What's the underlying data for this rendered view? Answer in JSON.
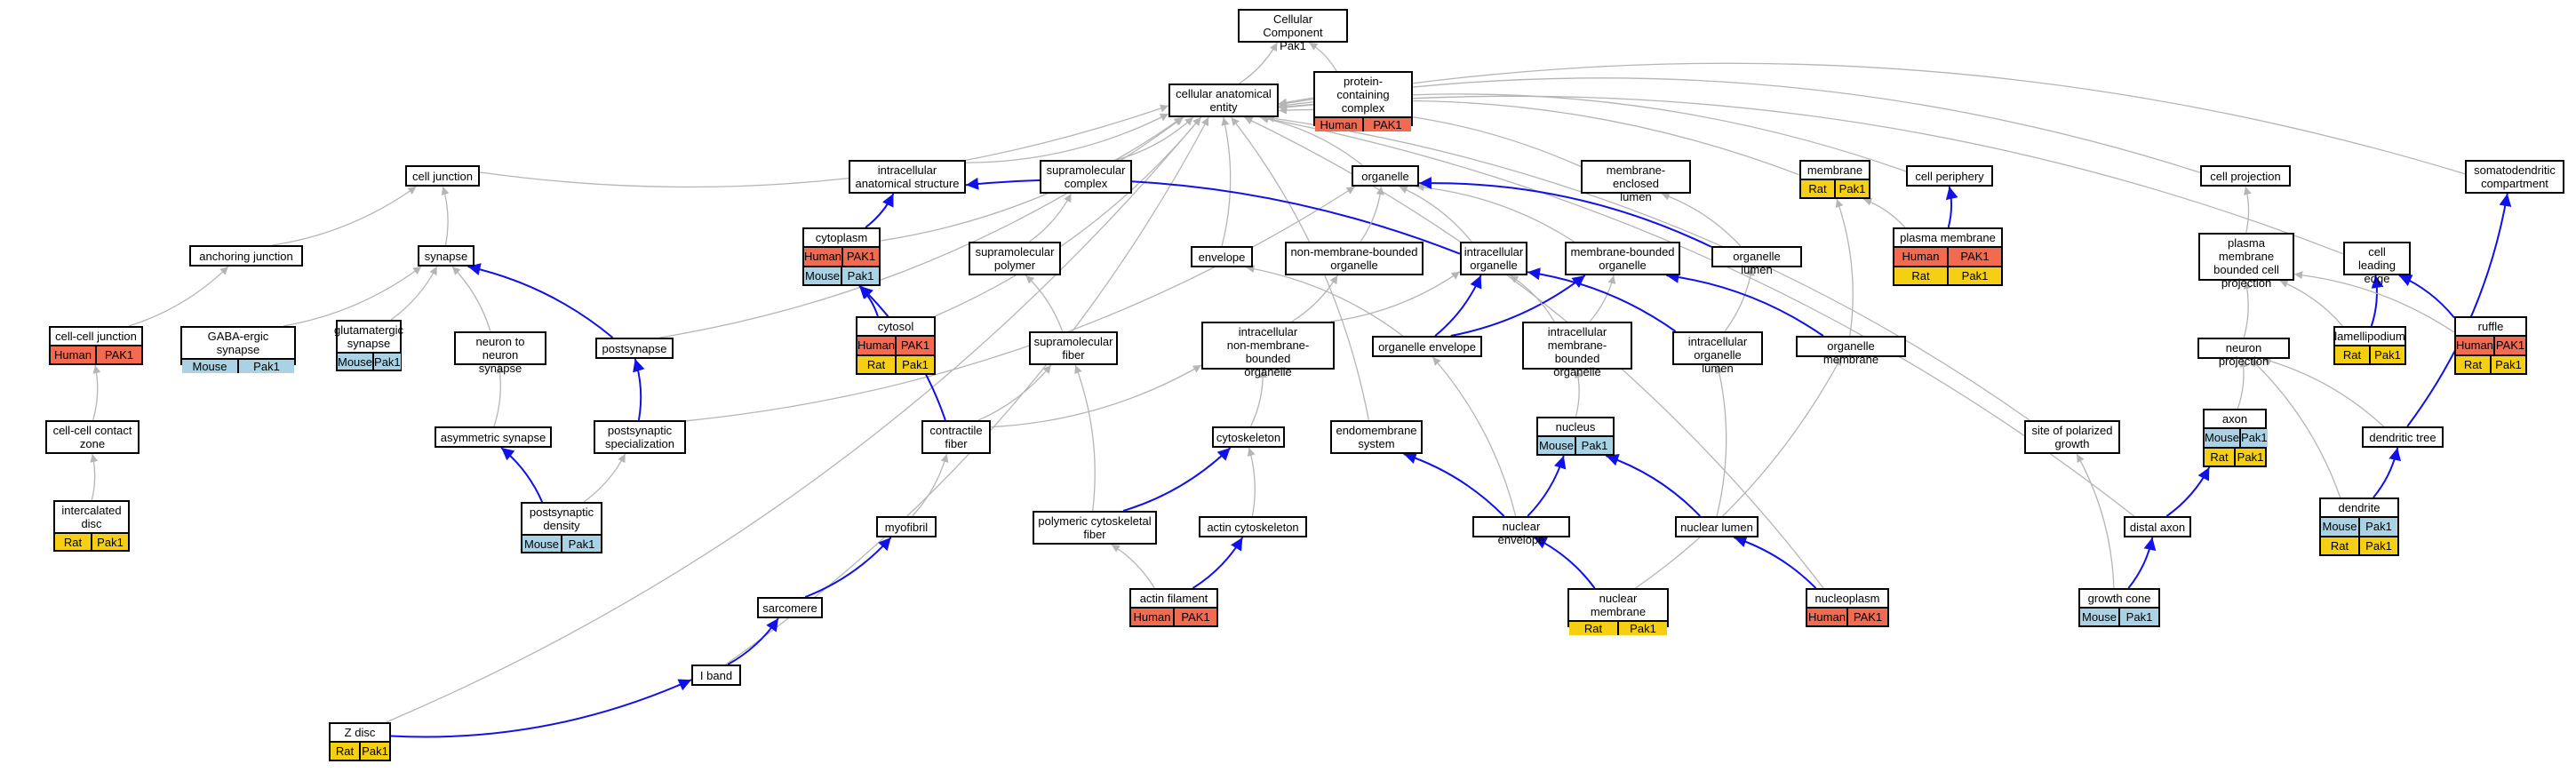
{
  "colors": {
    "human": "#f26b50",
    "mouse": "#a9d3e5",
    "rat": "#f5cf14",
    "gray_edge": "#b5b5b5",
    "blue_edge": "#1010e8"
  },
  "nodes": [
    {
      "id": "root",
      "label": "Cellular Component\nPak1",
      "tags": []
    },
    {
      "id": "pcc",
      "label": "protein-containing\ncomplex",
      "tags": [
        {
          "species": "human",
          "gene": "Human"
        },
        {
          "species": "human",
          "gene": "PAK1"
        }
      ]
    },
    {
      "id": "cae",
      "label": "cellular anatomical\nentity",
      "tags": []
    },
    {
      "id": "cj",
      "label": "cell junction",
      "tags": []
    },
    {
      "id": "ias",
      "label": "intracellular\nanatomical structure",
      "tags": []
    },
    {
      "id": "smc",
      "label": "supramolecular\ncomplex",
      "tags": []
    },
    {
      "id": "org",
      "label": "organelle",
      "tags": []
    },
    {
      "id": "mel",
      "label": "membrane-enclosed\nlumen",
      "tags": []
    },
    {
      "id": "mem",
      "label": "membrane",
      "tags": [
        {
          "species": "rat",
          "gene": "Rat"
        },
        {
          "species": "rat",
          "gene": "Pak1"
        }
      ]
    },
    {
      "id": "cper",
      "label": "cell periphery",
      "tags": []
    },
    {
      "id": "cproj",
      "label": "cell projection",
      "tags": []
    },
    {
      "id": "sdc",
      "label": "somatodendritic\ncompartment",
      "tags": []
    },
    {
      "id": "aj",
      "label": "anchoring junction",
      "tags": []
    },
    {
      "id": "syn",
      "label": "synapse",
      "tags": []
    },
    {
      "id": "cyto",
      "label": "cytoplasm",
      "tags": [
        {
          "species": "human",
          "gene": "Human"
        },
        {
          "species": "human",
          "gene": "PAK1"
        }
      ],
      "tags2": [
        {
          "species": "mouse",
          "gene": "Mouse"
        },
        {
          "species": "mouse",
          "gene": "Pak1"
        }
      ]
    },
    {
      "id": "smp",
      "label": "supramolecular\npolymer",
      "tags": []
    },
    {
      "id": "env",
      "label": "envelope",
      "tags": []
    },
    {
      "id": "nmbo",
      "label": "non-membrane-bounded\norganelle",
      "tags": []
    },
    {
      "id": "io",
      "label": "intracellular\norganelle",
      "tags": []
    },
    {
      "id": "mbo",
      "label": "membrane-bounded\norganelle",
      "tags": []
    },
    {
      "id": "ol",
      "label": "organelle lumen",
      "tags": []
    },
    {
      "id": "pm",
      "label": "plasma membrane",
      "tags": [
        {
          "species": "human",
          "gene": "Human"
        },
        {
          "species": "human",
          "gene": "PAK1"
        }
      ],
      "tags2": [
        {
          "species": "rat",
          "gene": "Rat"
        },
        {
          "species": "rat",
          "gene": "Pak1"
        }
      ]
    },
    {
      "id": "pmbcp",
      "label": "plasma membrane\nbounded cell\nprojection",
      "tags": []
    },
    {
      "id": "cle",
      "label": "cell leading\nedge",
      "tags": []
    },
    {
      "id": "ccj",
      "label": "cell-cell junction",
      "tags": [
        {
          "species": "human",
          "gene": "Human"
        },
        {
          "species": "human",
          "gene": "PAK1"
        }
      ]
    },
    {
      "id": "gaba",
      "label": "GABA-ergic synapse",
      "tags": [
        {
          "species": "mouse",
          "gene": "Mouse"
        },
        {
          "species": "mouse",
          "gene": "Pak1"
        }
      ]
    },
    {
      "id": "glut",
      "label": "glutamatergic\nsynapse",
      "tags": [
        {
          "species": "mouse",
          "gene": "Mouse"
        },
        {
          "species": "mouse",
          "gene": "Pak1"
        }
      ]
    },
    {
      "id": "nns",
      "label": "neuron to neuron\nsynapse",
      "tags": []
    },
    {
      "id": "psyn",
      "label": "postsynapse",
      "tags": []
    },
    {
      "id": "cytosol",
      "label": "cytosol",
      "tags": [
        {
          "species": "human",
          "gene": "Human"
        },
        {
          "species": "human",
          "gene": "PAK1"
        }
      ],
      "tags2": [
        {
          "species": "rat",
          "gene": "Rat"
        },
        {
          "species": "rat",
          "gene": "Pak1"
        }
      ]
    },
    {
      "id": "smf",
      "label": "supramolecular\nfiber",
      "tags": []
    },
    {
      "id": "inmbo",
      "label": "intracellular\nnon-membrane-bounded\norganelle",
      "tags": []
    },
    {
      "id": "oenv",
      "label": "organelle envelope",
      "tags": []
    },
    {
      "id": "imbo",
      "label": "intracellular\nmembrane-bounded\norganelle",
      "tags": []
    },
    {
      "id": "iol",
      "label": "intracellular\norganelle lumen",
      "tags": []
    },
    {
      "id": "omem",
      "label": "organelle membrane",
      "tags": []
    },
    {
      "id": "lam",
      "label": "lamellipodium",
      "tags": [
        {
          "species": "rat",
          "gene": "Rat"
        },
        {
          "species": "rat",
          "gene": "Pak1"
        }
      ]
    },
    {
      "id": "ruf",
      "label": "ruffle",
      "tags": [
        {
          "species": "human",
          "gene": "Human"
        },
        {
          "species": "human",
          "gene": "PAK1"
        }
      ],
      "tags2": [
        {
          "species": "rat",
          "gene": "Rat"
        },
        {
          "species": "rat",
          "gene": "Pak1"
        }
      ]
    },
    {
      "id": "np",
      "label": "neuron projection",
      "tags": []
    },
    {
      "id": "cccz",
      "label": "cell-cell contact\nzone",
      "tags": []
    },
    {
      "id": "asyn",
      "label": "asymmetric synapse",
      "tags": []
    },
    {
      "id": "pss",
      "label": "postsynaptic\nspecialization",
      "tags": []
    },
    {
      "id": "cf",
      "label": "contractile\nfiber",
      "tags": []
    },
    {
      "id": "csk",
      "label": "cytoskeleton",
      "tags": []
    },
    {
      "id": "ems",
      "label": "endomembrane\nsystem",
      "tags": []
    },
    {
      "id": "nuc",
      "label": "nucleus",
      "tags": [
        {
          "species": "mouse",
          "gene": "Mouse"
        },
        {
          "species": "mouse",
          "gene": "Pak1"
        }
      ]
    },
    {
      "id": "spg",
      "label": "site of polarized\ngrowth",
      "tags": []
    },
    {
      "id": "axon",
      "label": "axon",
      "tags": [
        {
          "species": "mouse",
          "gene": "Mouse"
        },
        {
          "species": "mouse",
          "gene": "Pak1"
        }
      ],
      "tags2": [
        {
          "species": "rat",
          "gene": "Rat"
        },
        {
          "species": "rat",
          "gene": "Pak1"
        }
      ]
    },
    {
      "id": "dt",
      "label": "dendritic tree",
      "tags": []
    },
    {
      "id": "id",
      "label": "intercalated\ndisc",
      "tags": [
        {
          "species": "rat",
          "gene": "Rat"
        },
        {
          "species": "rat",
          "gene": "Pak1"
        }
      ]
    },
    {
      "id": "psd",
      "label": "postsynaptic\ndensity",
      "tags": [
        {
          "species": "mouse",
          "gene": "Mouse"
        },
        {
          "species": "mouse",
          "gene": "Pak1"
        }
      ]
    },
    {
      "id": "myo",
      "label": "myofibril",
      "tags": []
    },
    {
      "id": "pcf",
      "label": "polymeric cytoskeletal\nfiber",
      "tags": []
    },
    {
      "id": "acsk",
      "label": "actin cytoskeleton",
      "tags": []
    },
    {
      "id": "nenv",
      "label": "nuclear envelope",
      "tags": []
    },
    {
      "id": "nlum",
      "label": "nuclear lumen",
      "tags": []
    },
    {
      "id": "dax",
      "label": "distal axon",
      "tags": []
    },
    {
      "id": "dend",
      "label": "dendrite",
      "tags": [
        {
          "species": "mouse",
          "gene": "Mouse"
        },
        {
          "species": "mouse",
          "gene": "Pak1"
        }
      ],
      "tags2": [
        {
          "species": "rat",
          "gene": "Rat"
        },
        {
          "species": "rat",
          "gene": "Pak1"
        }
      ]
    },
    {
      "id": "sarc",
      "label": "sarcomere",
      "tags": []
    },
    {
      "id": "af",
      "label": "actin filament",
      "tags": [
        {
          "species": "human",
          "gene": "Human"
        },
        {
          "species": "human",
          "gene": "PAK1"
        }
      ]
    },
    {
      "id": "nmem",
      "label": "nuclear membrane",
      "tags": [
        {
          "species": "rat",
          "gene": "Rat"
        },
        {
          "species": "rat",
          "gene": "Pak1"
        }
      ]
    },
    {
      "id": "nplasm",
      "label": "nucleoplasm",
      "tags": [
        {
          "species": "human",
          "gene": "Human"
        },
        {
          "species": "human",
          "gene": "PAK1"
        }
      ]
    },
    {
      "id": "gc",
      "label": "growth cone",
      "tags": [
        {
          "species": "mouse",
          "gene": "Mouse"
        },
        {
          "species": "mouse",
          "gene": "Pak1"
        }
      ]
    },
    {
      "id": "iband",
      "label": "I band",
      "tags": []
    },
    {
      "id": "zdisc",
      "label": "Z disc",
      "tags": [
        {
          "species": "rat",
          "gene": "Rat"
        },
        {
          "species": "rat",
          "gene": "Pak1"
        }
      ]
    }
  ],
  "edges": [
    {
      "from": "cae",
      "to": "root",
      "kind": "gray"
    },
    {
      "from": "pcc",
      "to": "root",
      "kind": "gray"
    },
    {
      "from": "cj",
      "to": "cae",
      "kind": "gray"
    },
    {
      "from": "ias",
      "to": "cae",
      "kind": "gray"
    },
    {
      "from": "smc",
      "to": "cae",
      "kind": "gray"
    },
    {
      "from": "org",
      "to": "cae",
      "kind": "gray"
    },
    {
      "from": "mel",
      "to": "cae",
      "kind": "gray"
    },
    {
      "from": "mem",
      "to": "cae",
      "kind": "gray"
    },
    {
      "from": "cper",
      "to": "cae",
      "kind": "gray"
    },
    {
      "from": "cproj",
      "to": "cae",
      "kind": "gray"
    },
    {
      "from": "sdc",
      "to": "cae",
      "kind": "gray"
    },
    {
      "from": "cle",
      "to": "cae",
      "kind": "gray"
    },
    {
      "from": "env",
      "to": "cae",
      "kind": "gray"
    },
    {
      "from": "cyto",
      "to": "cae",
      "kind": "gray"
    },
    {
      "from": "cytosol",
      "to": "cae",
      "kind": "gray"
    },
    {
      "from": "psyn",
      "to": "cae",
      "kind": "gray"
    },
    {
      "from": "ems",
      "to": "cae",
      "kind": "gray"
    },
    {
      "from": "spg",
      "to": "cae",
      "kind": "gray"
    },
    {
      "from": "dax",
      "to": "cae",
      "kind": "gray"
    },
    {
      "from": "nplasm",
      "to": "cae",
      "kind": "gray"
    },
    {
      "from": "iband",
      "to": "cae",
      "kind": "gray"
    },
    {
      "from": "zdisc",
      "to": "cae",
      "kind": "gray"
    },
    {
      "from": "aj",
      "to": "cj",
      "kind": "gray"
    },
    {
      "from": "syn",
      "to": "cj",
      "kind": "gray"
    },
    {
      "from": "ccj",
      "to": "aj",
      "kind": "gray"
    },
    {
      "from": "cccz",
      "to": "ccj",
      "kind": "gray"
    },
    {
      "from": "id",
      "to": "cccz",
      "kind": "gray"
    },
    {
      "from": "gaba",
      "to": "syn",
      "kind": "gray"
    },
    {
      "from": "glut",
      "to": "syn",
      "kind": "gray"
    },
    {
      "from": "nns",
      "to": "syn",
      "kind": "gray"
    },
    {
      "from": "psyn",
      "to": "syn",
      "kind": "blue"
    },
    {
      "from": "asyn",
      "to": "nns",
      "kind": "gray"
    },
    {
      "from": "psd",
      "to": "asyn",
      "kind": "blue"
    },
    {
      "from": "psd",
      "to": "pss",
      "kind": "gray"
    },
    {
      "from": "pss",
      "to": "psyn",
      "kind": "blue"
    },
    {
      "from": "pss",
      "to": "org",
      "kind": "gray"
    },
    {
      "from": "cyto",
      "to": "ias",
      "kind": "blue"
    },
    {
      "from": "cytosol",
      "to": "cyto",
      "kind": "blue"
    },
    {
      "from": "cf",
      "to": "cyto",
      "kind": "blue"
    },
    {
      "from": "io",
      "to": "ias",
      "kind": "blue"
    },
    {
      "from": "smp",
      "to": "smc",
      "kind": "gray"
    },
    {
      "from": "smf",
      "to": "smp",
      "kind": "gray"
    },
    {
      "from": "cf",
      "to": "smf",
      "kind": "gray"
    },
    {
      "from": "pcf",
      "to": "smf",
      "kind": "gray"
    },
    {
      "from": "cf",
      "to": "inmbo",
      "kind": "gray"
    },
    {
      "from": "nmbo",
      "to": "org",
      "kind": "gray"
    },
    {
      "from": "io",
      "to": "org",
      "kind": "gray"
    },
    {
      "from": "mbo",
      "to": "org",
      "kind": "gray"
    },
    {
      "from": "ol",
      "to": "org",
      "kind": "blue"
    },
    {
      "from": "ol",
      "to": "mel",
      "kind": "gray"
    },
    {
      "from": "inmbo",
      "to": "nmbo",
      "kind": "gray"
    },
    {
      "from": "inmbo",
      "to": "io",
      "kind": "gray"
    },
    {
      "from": "oenv",
      "to": "io",
      "kind": "blue"
    },
    {
      "from": "oenv",
      "to": "mbo",
      "kind": "blue"
    },
    {
      "from": "oenv",
      "to": "env",
      "kind": "gray"
    },
    {
      "from": "imbo",
      "to": "io",
      "kind": "gray"
    },
    {
      "from": "imbo",
      "to": "mbo",
      "kind": "gray"
    },
    {
      "from": "iol",
      "to": "io",
      "kind": "blue"
    },
    {
      "from": "iol",
      "to": "ol",
      "kind": "gray"
    },
    {
      "from": "omem",
      "to": "mbo",
      "kind": "blue"
    },
    {
      "from": "omem",
      "to": "mem",
      "kind": "gray"
    },
    {
      "from": "pm",
      "to": "cper",
      "kind": "blue"
    },
    {
      "from": "pm",
      "to": "mem",
      "kind": "gray"
    },
    {
      "from": "csk",
      "to": "inmbo",
      "kind": "gray"
    },
    {
      "from": "acsk",
      "to": "csk",
      "kind": "gray"
    },
    {
      "from": "pcf",
      "to": "csk",
      "kind": "blue"
    },
    {
      "from": "af",
      "to": "acsk",
      "kind": "blue"
    },
    {
      "from": "af",
      "to": "pcf",
      "kind": "gray"
    },
    {
      "from": "myo",
      "to": "cf",
      "kind": "gray"
    },
    {
      "from": "sarc",
      "to": "myo",
      "kind": "blue"
    },
    {
      "from": "iband",
      "to": "sarc",
      "kind": "blue"
    },
    {
      "from": "zdisc",
      "to": "iband",
      "kind": "blue"
    },
    {
      "from": "nuc",
      "to": "imbo",
      "kind": "gray"
    },
    {
      "from": "nenv",
      "to": "nuc",
      "kind": "blue"
    },
    {
      "from": "nenv",
      "to": "ems",
      "kind": "blue"
    },
    {
      "from": "nenv",
      "to": "oenv",
      "kind": "gray"
    },
    {
      "from": "nlum",
      "to": "nuc",
      "kind": "blue"
    },
    {
      "from": "nlum",
      "to": "iol",
      "kind": "gray"
    },
    {
      "from": "nmem",
      "to": "nenv",
      "kind": "blue"
    },
    {
      "from": "nmem",
      "to": "omem",
      "kind": "gray"
    },
    {
      "from": "nplasm",
      "to": "nlum",
      "kind": "blue"
    },
    {
      "from": "pmbcp",
      "to": "cproj",
      "kind": "gray"
    },
    {
      "from": "np",
      "to": "pmbcp",
      "kind": "gray"
    },
    {
      "from": "lam",
      "to": "pmbcp",
      "kind": "gray"
    },
    {
      "from": "lam",
      "to": "cle",
      "kind": "blue"
    },
    {
      "from": "ruf",
      "to": "cle",
      "kind": "blue"
    },
    {
      "from": "ruf",
      "to": "pmbcp",
      "kind": "gray"
    },
    {
      "from": "axon",
      "to": "np",
      "kind": "gray"
    },
    {
      "from": "dt",
      "to": "np",
      "kind": "gray"
    },
    {
      "from": "dt",
      "to": "sdc",
      "kind": "blue"
    },
    {
      "from": "dend",
      "to": "dt",
      "kind": "blue"
    },
    {
      "from": "dend",
      "to": "np",
      "kind": "gray"
    },
    {
      "from": "dax",
      "to": "axon",
      "kind": "blue"
    },
    {
      "from": "gc",
      "to": "dax",
      "kind": "blue"
    },
    {
      "from": "gc",
      "to": "spg",
      "kind": "gray"
    }
  ]
}
